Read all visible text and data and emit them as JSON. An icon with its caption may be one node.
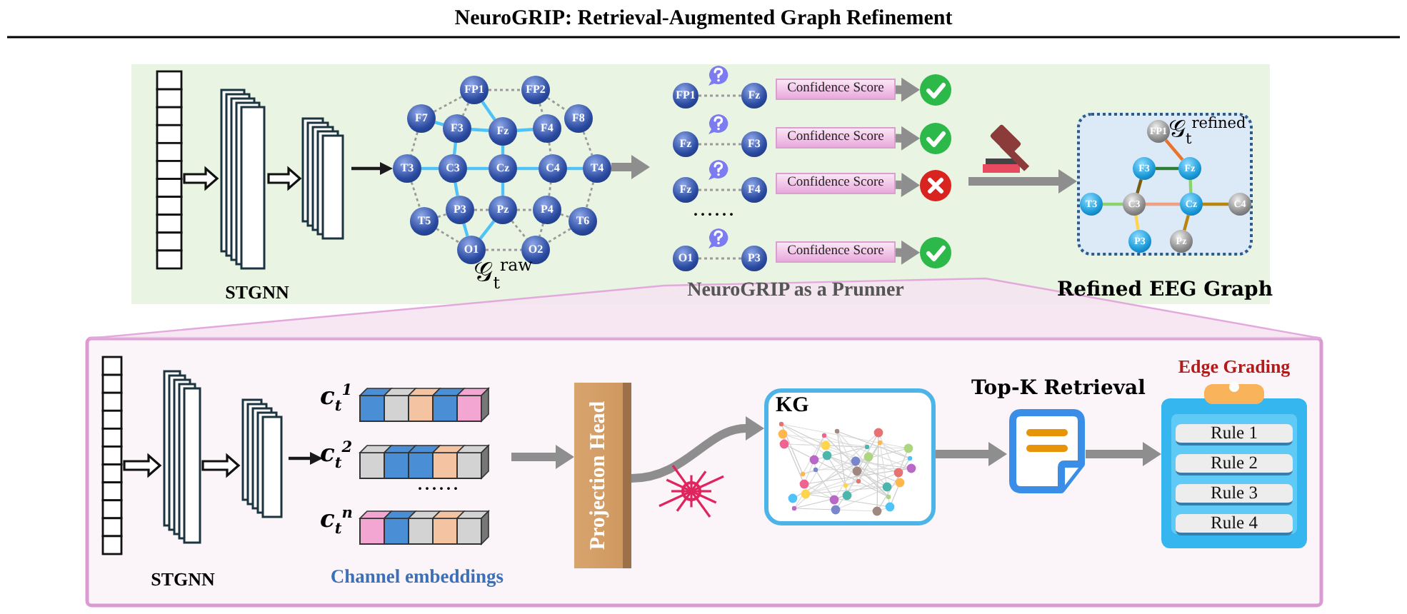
{
  "diagram": {
    "title": "NeuroGRIP: Retrieval-Augmented Graph Refinement",
    "nodes": [
      {
        "text": [
          "STGNN"
        ]
      },
      {
        "text": [
          "FP1"
        ]
      },
      {
        "text": [
          "FP2"
        ]
      },
      {
        "text": [
          "F7"
        ]
      },
      {
        "text": [
          "F3"
        ]
      },
      {
        "text": [
          "Fz"
        ]
      },
      {
        "text": [
          "F4"
        ]
      },
      {
        "text": [
          "F8"
        ]
      },
      {
        "text": [
          "T3"
        ]
      },
      {
        "text": [
          "C3"
        ]
      },
      {
        "text": [
          "Cz"
        ]
      },
      {
        "text": [
          "C4"
        ]
      },
      {
        "text": [
          "T4"
        ]
      },
      {
        "text": [
          "T5"
        ]
      },
      {
        "text": [
          "P3"
        ]
      },
      {
        "text": [
          "Pz"
        ]
      },
      {
        "text": [
          "P4"
        ]
      },
      {
        "text": [
          "T6"
        ]
      },
      {
        "text": [
          "O1"
        ]
      },
      {
        "text": [
          "O2"
        ]
      },
      {
        "text": [
          "FP1"
        ]
      },
      {
        "text": [
          "Fz"
        ]
      },
      {
        "text": [
          "Confidence Score"
        ]
      },
      {
        "text": [],
        "shape": "checkmark"
      },
      {
        "text": [
          "Fz"
        ]
      },
      {
        "text": [
          "F3"
        ]
      },
      {
        "text": [
          "Confidence Score"
        ]
      },
      {
        "text": [],
        "shape": "checkmark"
      },
      {
        "text": [
          "Fz"
        ]
      },
      {
        "text": [
          "F4"
        ]
      },
      {
        "text": [
          "Confidence Score"
        ]
      },
      {
        "text": [],
        "shape": "cross"
      },
      {
        "text": [
          "O1"
        ]
      },
      {
        "text": [
          "P3"
        ]
      },
      {
        "text": [
          "Confidence Score"
        ]
      },
      {
        "text": [],
        "shape": "checkmark"
      },
      {
        "text": [
          "𝒢$_{t}$$^{refined}$"
        ],
        "beside": [
          "Refined EEG Graph"
        ]
      },
      {
        "text": [
          "FP1"
        ],
        "in": 36
      },
      {
        "text": [
          "F3"
        ],
        "in": 36
      },
      {
        "text": [
          "Fz"
        ],
        "in": 36
      },
      {
        "text": [
          "T3"
        ],
        "in": 36
      },
      {
        "text": [
          "C3"
        ],
        "in": 36
      },
      {
        "text": [
          "Cz"
        ],
        "in": 36
      },
      {
        "text": [
          "C4"
        ],
        "in": 36
      },
      {
        "text": [
          "P3"
        ],
        "in": 36
      },
      {
        "text": [
          "Pz"
        ],
        "in": 36
      },
      {
        "text": [
          "STGNN"
        ]
      },
      {
        "text": [
          "Channel embeddings"
        ]
      },
      {
        "text": [],
        "shape": "bar",
        "in": 47,
        "beside": [
          "c$_{t}$$^{1}$"
        ]
      },
      {
        "text": [],
        "shape": "bar",
        "in": 47,
        "beside": [
          "c$_{t}$$^{2}$"
        ]
      },
      {
        "text": [],
        "shape": "bar",
        "in": 47,
        "beside": [
          "c$_{t}$$^{n}$"
        ]
      },
      {
        "text": [
          "Projection Head"
        ]
      },
      {
        "text": [
          "KG"
        ]
      },
      {
        "text": [],
        "shape": "picture",
        "beside": [
          "Top-K Retrieval"
        ]
      },
      {
        "text": [
          "Edge Grading"
        ]
      },
      {
        "text": [
          "Rule 1"
        ],
        "in": 54
      },
      {
        "text": [
          "Rule 2"
        ],
        "in": 54
      },
      {
        "text": [
          "Rule 3"
        ],
        "in": 54
      },
      {
        "text": [
          "Rule 4"
        ],
        "in": 54
      }
    ],
    "edges": [
      {
        "from": 0,
        "to": 8,
        "arrow": "to",
        "color": "#1a1a1a"
      },
      {
        "from": 1,
        "to": 5,
        "arrow": "none",
        "color": "#4fc3f7"
      },
      {
        "from": 3,
        "to": 4,
        "arrow": "none",
        "color": "#4fc3f7"
      },
      {
        "from": 4,
        "to": 5,
        "arrow": "none",
        "color": "#4fc3f7"
      },
      {
        "from": 5,
        "to": 6,
        "arrow": "none",
        "color": "#4fc3f7"
      },
      {
        "from": 4,
        "to": 9,
        "arrow": "none",
        "color": "#4fc3f7"
      },
      {
        "from": 5,
        "to": 10,
        "arrow": "none",
        "color": "#4fc3f7"
      },
      {
        "from": 8,
        "to": 9,
        "arrow": "none",
        "color": "#4fc3f7"
      },
      {
        "from": 9,
        "to": 10,
        "arrow": "none",
        "color": "#4fc3f7"
      },
      {
        "from": 10,
        "to": 11,
        "arrow": "none",
        "color": "#4fc3f7"
      },
      {
        "from": 11,
        "to": 12,
        "arrow": "none",
        "color": "#4fc3f7"
      },
      {
        "from": 9,
        "to": 14,
        "arrow": "none",
        "color": "#4fc3f7"
      },
      {
        "from": 10,
        "to": 15,
        "arrow": "none",
        "color": "#4fc3f7"
      },
      {
        "from": 14,
        "to": 18,
        "arrow": "none",
        "color": "#4fc3f7"
      },
      {
        "from": 15,
        "to": 18,
        "arrow": "none",
        "color": "#4fc3f7"
      },
      {
        "from": 1,
        "to": 2,
        "arrow": "none",
        "style": "dashed"
      },
      {
        "from": 1,
        "to": 3,
        "arrow": "none",
        "style": "dashed"
      },
      {
        "from": 1,
        "to": 4,
        "arrow": "none",
        "style": "dashed"
      },
      {
        "from": 2,
        "to": 6,
        "arrow": "none",
        "style": "dashed"
      },
      {
        "from": 2,
        "to": 7,
        "arrow": "none",
        "style": "dashed"
      },
      {
        "from": 3,
        "to": 8,
        "arrow": "none",
        "style": "dashed"
      },
      {
        "from": 7,
        "to": 12,
        "arrow": "none",
        "style": "dashed"
      },
      {
        "from": 6,
        "to": 11,
        "arrow": "none",
        "style": "dashed"
      },
      {
        "from": 8,
        "to": 13,
        "arrow": "none",
        "style": "dashed"
      },
      {
        "from": 13,
        "to": 14,
        "arrow": "none",
        "style": "dashed"
      },
      {
        "from": 13,
        "to": 18,
        "arrow": "none",
        "style": "dashed"
      },
      {
        "from": 18,
        "to": 19,
        "arrow": "none",
        "style": "dashed"
      },
      {
        "from": 14,
        "to": 15,
        "arrow": "none",
        "style": "dashed"
      },
      {
        "from": 15,
        "to": 16,
        "arrow": "none",
        "style": "dashed"
      },
      {
        "from": 16,
        "to": 11,
        "arrow": "none",
        "style": "dashed"
      },
      {
        "from": 16,
        "to": 17,
        "arrow": "none",
        "style": "dashed"
      },
      {
        "from": 12,
        "to": 17,
        "arrow": "none",
        "style": "dashed"
      },
      {
        "from": 17,
        "to": 19,
        "arrow": "none",
        "style": "dashed"
      },
      {
        "from": 15,
        "to": 19,
        "arrow": "none",
        "style": "dashed"
      },
      {
        "from": 16,
        "to": 19,
        "arrow": "none",
        "style": "dashed"
      },
      {
        "from": 12,
        "to": null,
        "arrow": "to",
        "style": "thick"
      },
      {
        "from": 20,
        "to": 21,
        "arrow": "none",
        "style": "dashed"
      },
      {
        "from": 22,
        "to": 23,
        "arrow": "to",
        "style": "thick"
      },
      {
        "from": 24,
        "to": 25,
        "arrow": "none",
        "style": "dashed"
      },
      {
        "from": 26,
        "to": 27,
        "arrow": "to",
        "style": "thick"
      },
      {
        "from": 28,
        "to": 29,
        "arrow": "none",
        "style": "dashed"
      },
      {
        "from": 30,
        "to": 31,
        "arrow": "to",
        "style": "thick"
      },
      {
        "from": 32,
        "to": 33,
        "arrow": "none",
        "style": "dashed"
      },
      {
        "from": 34,
        "to": 35,
        "arrow": "to",
        "style": "thick"
      },
      {
        "from": null,
        "to": 36,
        "arrow": "to",
        "style": "thick"
      },
      {
        "from": 37,
        "to": 39,
        "arrow": "none",
        "color": "#e8742c"
      },
      {
        "from": 38,
        "to": 39,
        "arrow": "none",
        "color": "#2e7d32"
      },
      {
        "from": 38,
        "to": 41,
        "arrow": "none",
        "color": "#7a5c12"
      },
      {
        "from": 39,
        "to": 42,
        "arrow": "none",
        "color": "#8bd46b"
      },
      {
        "from": 40,
        "to": 41,
        "arrow": "none",
        "color": "#8bd46b"
      },
      {
        "from": 41,
        "to": 42,
        "arrow": "none",
        "color": "#f0a080"
      },
      {
        "from": 41,
        "to": 44,
        "arrow": "none",
        "color": "#ffd54f"
      },
      {
        "from": 42,
        "to": 43,
        "arrow": "none",
        "color": "#b8860b"
      },
      {
        "from": 42,
        "to": 45,
        "arrow": "none",
        "color": "#b8860b"
      },
      {
        "from": 46,
        "to": 47,
        "arrow": "to",
        "color": "#1a1a1a"
      },
      {
        "from": 47,
        "to": 51,
        "arrow": "to",
        "style": "thick"
      },
      {
        "from": 51,
        "to": 52,
        "arrow": "to",
        "style": "thick"
      },
      {
        "from": 52,
        "to": 53,
        "arrow": "to",
        "style": "thick"
      },
      {
        "from": 53,
        "to": 54,
        "arrow": "to",
        "style": "thick"
      }
    ],
    "labels": [
      "𝒢$_{t}$$^{raw}$",
      "······",
      "NeuroGRIP as a Prunner",
      "······"
    ]
  }
}
